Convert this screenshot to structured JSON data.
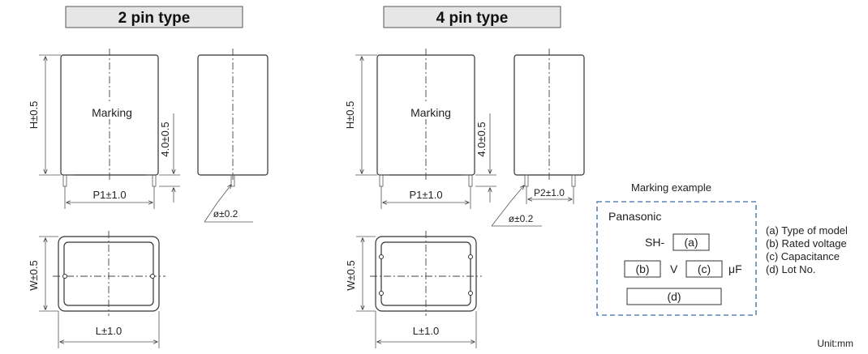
{
  "headers": {
    "two_pin": "2 pin type",
    "four_pin": "4 pin type"
  },
  "dims": {
    "height": "H±0.5",
    "lead_length": "4.0±0.5",
    "pitch1": "P1±1.0",
    "pitch2": "P2±1.0",
    "lead_dia": "ø±0.2",
    "width": "W±0.5",
    "length": "L±1.0"
  },
  "marking_label": "Marking",
  "marking_example": {
    "title": "Marking  example",
    "brand": "Panasonic",
    "model_prefix": "SH-",
    "field_a": "(a)",
    "field_b": "(b)",
    "field_c": "(c)",
    "field_d": "(d)",
    "unit_v": "V",
    "unit_uf": "μF"
  },
  "legend": [
    "(a) Type of model",
    "(b) Rated voltage",
    "(c) Capacitance",
    "(d) Lot No."
  ],
  "unit_note": "Unit:mm"
}
